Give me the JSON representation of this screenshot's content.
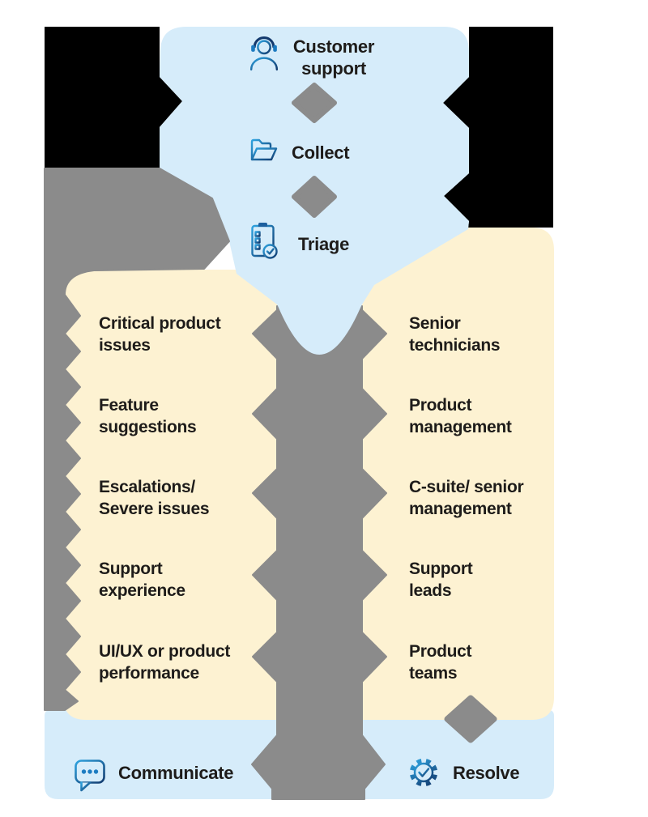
{
  "colors": {
    "backdrop_black": "#000000",
    "flow_blue": "#d6ecfa",
    "panel_cream": "#fdf2d2",
    "arrow_gray": "#8b8b8b",
    "icon_blue_light": "#2ea3e0",
    "icon_blue_dark": "#123a6e",
    "text": "#1e1c1a"
  },
  "top_flow": {
    "steps": [
      {
        "label": "Customer\nsupport",
        "icon": "headset-agent-icon"
      },
      {
        "label": "Collect",
        "icon": "open-folder-icon"
      },
      {
        "label": "Triage",
        "icon": "clipboard-checklist-icon"
      }
    ]
  },
  "routing": {
    "rows": [
      {
        "issue": "Critical product\nissues",
        "team": "Senior\ntechnicians"
      },
      {
        "issue": "Feature\nsuggestions",
        "team": "Product\nmanagement"
      },
      {
        "issue": "Escalations/\nSevere issues",
        "team": "C-suite/ senior\nmanagement"
      },
      {
        "issue": "Support\nexperience",
        "team": "Support\nleads"
      },
      {
        "issue": "UI/UX or product\nperformance",
        "team": "Product\nteams"
      }
    ]
  },
  "bottom_flow": {
    "communicate": {
      "label": "Communicate",
      "icon": "speech-bubble-icon"
    },
    "resolve": {
      "label": "Resolve",
      "icon": "gear-check-icon"
    }
  }
}
